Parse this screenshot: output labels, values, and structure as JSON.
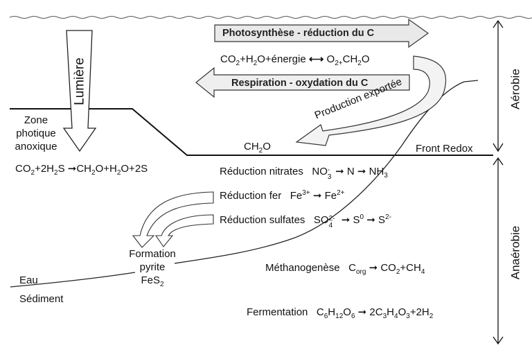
{
  "diagram": {
    "title_zones": {
      "aerobic": "Aérobie",
      "anaerobic": "Anaérobie",
      "redox_front": "Front Redox",
      "water": "Eau",
      "sediment": "Sédiment"
    },
    "light": {
      "label": "Lumière"
    },
    "photic_zone": {
      "line1": "Zone",
      "line2": "photique",
      "line3": "anoxique",
      "reaction": {
        "a": "CO",
        "a_sub": "2",
        "b": "+2H",
        "b_sub": "2",
        "c": "S",
        "arrow": "➞",
        "d": "CH",
        "d_sub": "2",
        "e": "O+H",
        "e_sub": "2",
        "f": "O+2S"
      }
    },
    "carbon_cycle": {
      "photosynthesis_label": "Photosynthèse - réduction du C",
      "respiration_label": "Respiration - oxydation du C",
      "equation": {
        "a": "CO",
        "a_sub": "2",
        "b": "+H",
        "b_sub": "2",
        "c": "O+énergie",
        "arrow": "⟷",
        "d": "O",
        "d_sub": "2+",
        "e": "CH",
        "e_sub": "2",
        "f": "O"
      },
      "export_label": "Production exportée",
      "ch2o": {
        "a": "CH",
        "sub": "2",
        "b": "O"
      }
    },
    "processes": [
      {
        "name": "Réduction nitrates",
        "formula": "NO3- → N → NH3"
      },
      {
        "name": "Réduction fer",
        "formula": "Fe3+ → Fe2+"
      },
      {
        "name": "Réduction sulfates",
        "formula": "SO42- → S0 → S2-"
      },
      {
        "name": "Méthanogenèse",
        "formula": "Corg → CO2+CH4"
      },
      {
        "name": "Fermentation",
        "formula": "C6H12O6 → 2C3H4O3+2H2"
      }
    ],
    "pyrite": {
      "line1": "Formation",
      "line2": "pyrite",
      "line3a": "FeS",
      "line3sub": "2"
    },
    "tokens": {
      "no": "NO",
      "no_sub": "3",
      "no_sup": "-",
      "arr": "➞",
      "n": "N",
      "nh": "NH",
      "nh_sub": "3",
      "fe": "Fe",
      "fe3": "3+",
      "fe2": "2+",
      "so": "SO",
      "so_sub": "4",
      "so_sup": "2-",
      "s": "S",
      "s0": "0",
      "s2": "2-",
      "c": "C",
      "c_sub": "org",
      "co": "CO",
      "co_sub": "2",
      "plus_ch": "+CH",
      "ch_sub": "4",
      "c6": "C",
      "c6_sub": "6",
      "h12": "H",
      "h12_sub": "12",
      "o6": "O",
      "o6_sub": "6",
      "two_c": "2C",
      "c3_sub": "3",
      "h": "H",
      "h4_sub": "4",
      "o3": "O",
      "o3_sub": "3",
      "plus2h": "+2H",
      "h2_sub": "2"
    }
  }
}
